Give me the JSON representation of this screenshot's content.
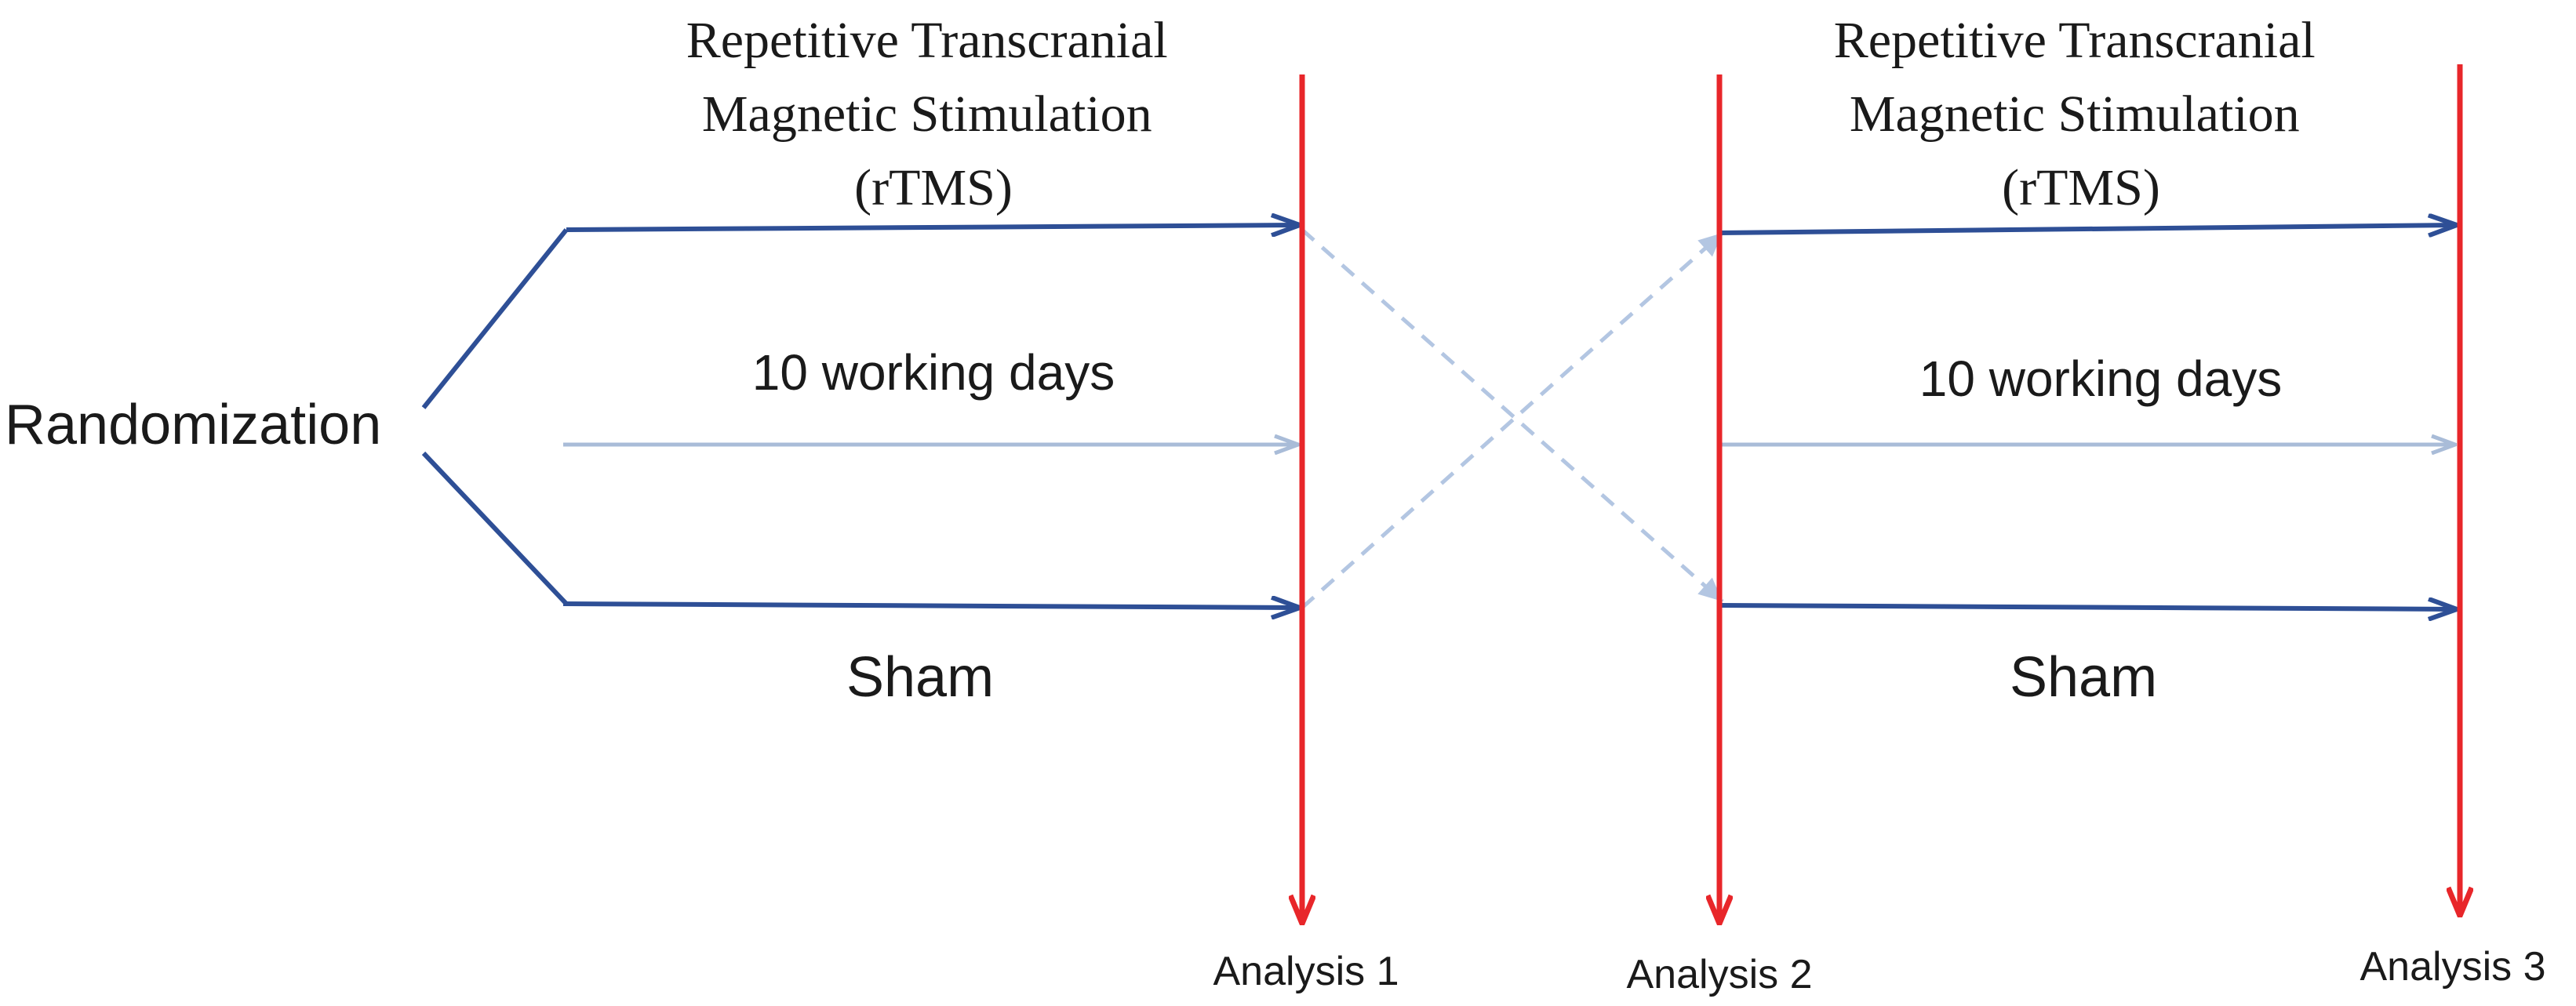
{
  "colors": {
    "dark_arrow": "#2e4f96",
    "light_arrow": "#a9bcd8",
    "dashed_arrow": "#b3c6e2",
    "timeline": "#e8262a",
    "text": "#1a1a1a"
  },
  "randomization_label": "Randomization",
  "phases": [
    {
      "title_lines": [
        "Repetitive Transcranial",
        "Magnetic Stimulation",
        "(rTMS)"
      ],
      "duration_label": "10 working days",
      "sham_label": "Sham"
    },
    {
      "title_lines": [
        "Repetitive Transcranial",
        "Magnetic Stimulation",
        "(rTMS)"
      ],
      "duration_label": "10 working days",
      "sham_label": "Sham"
    }
  ],
  "analyses": [
    "Analysis 1",
    "Analysis 2",
    "Analysis 3"
  ]
}
